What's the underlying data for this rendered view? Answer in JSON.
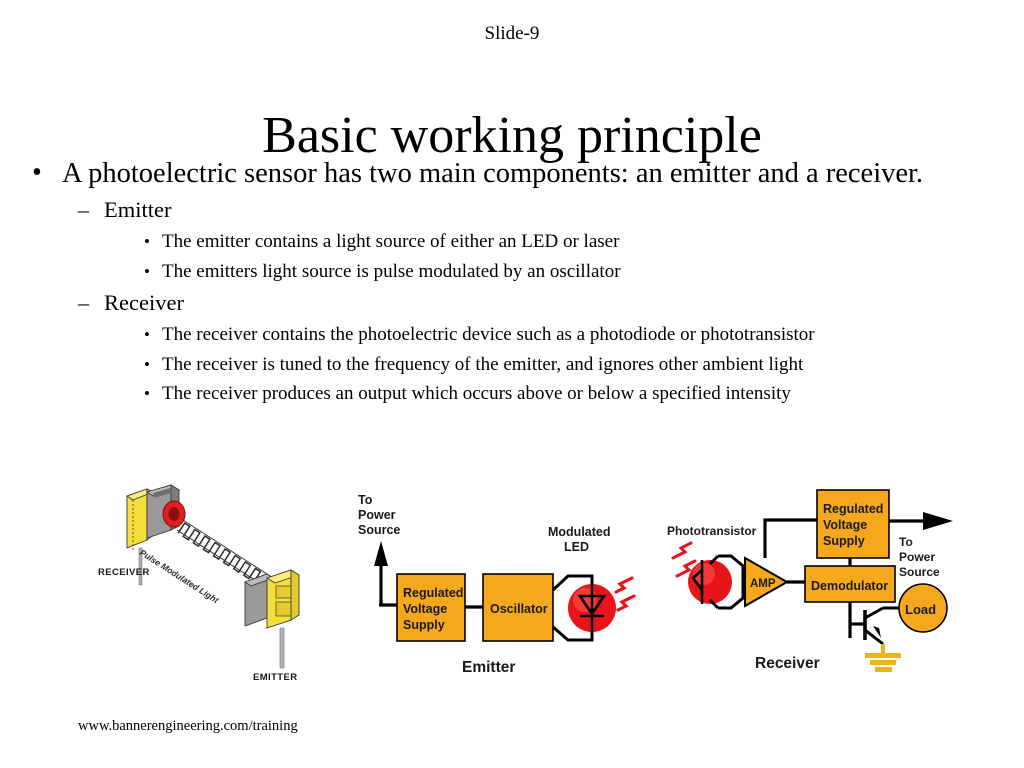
{
  "slide": {
    "header_label": "Slide-9",
    "title": "Basic working principle",
    "footer": "www.bannerengineering.com/training"
  },
  "bullets": {
    "level1_glyph": "•",
    "level2_glyph": "–",
    "level3_glyph": "•",
    "items": [
      {
        "level": 1,
        "text": "A photoelectric sensor has two main components: an emitter and a receiver."
      },
      {
        "level": 2,
        "text": "Emitter"
      },
      {
        "level": 3,
        "text": "The emitter contains a light source of either an LED or laser"
      },
      {
        "level": 3,
        "text": "The emitters light source is pulse modulated by an oscillator"
      },
      {
        "level": 2,
        "text": "Receiver"
      },
      {
        "level": 3,
        "text": "The receiver contains the photoelectric device such as a photodiode or phototransistor"
      },
      {
        "level": 3,
        "text": "The receiver is tuned to the frequency of the emitter, and ignores other ambient light"
      },
      {
        "level": 3,
        "text": "The receiver produces an output which occurs above or below a specified intensity"
      }
    ]
  },
  "figures": {
    "sensor_pair": {
      "receiver_label": "RECEIVER",
      "emitter_label": "EMITTER",
      "beam_label": "Pulse Modulated Light",
      "colors": {
        "body_yellow": "#F5DD3C",
        "housing_gray": "#9A9A9A",
        "housing_gray_dark": "#6E6E6E",
        "lens_red": "#E02020",
        "cable_gray": "#B4B4B4"
      }
    },
    "emitter_block": {
      "caption": "Emitter",
      "power_label": "To Power Source",
      "power_label_lines": [
        "To",
        "Power",
        "Source"
      ],
      "blocks": [
        "Regulated Voltage Supply",
        "Oscillator"
      ],
      "block1_lines": [
        "Regulated",
        "Voltage",
        "Supply"
      ],
      "block2_label": "Oscillator",
      "led_label": "Modulated LED",
      "led_label_lines": [
        "Modulated",
        "LED"
      ],
      "colors": {
        "block_orange": "#F5A81C",
        "led_red": "#E8141A",
        "ray_red": "#E8141A",
        "wire_black": "#000000"
      }
    },
    "receiver_block": {
      "caption": "Receiver",
      "phototransistor_label": "Phototransistor",
      "amp_label": "AMP",
      "supply_lines": [
        "Regulated",
        "Voltage",
        "Supply"
      ],
      "demodulator_label": "Demodulator",
      "load_label": "Load",
      "power_label_lines": [
        "To",
        "Power",
        "Source"
      ],
      "colors": {
        "block_orange": "#F5A81C",
        "led_red": "#E8141A",
        "ground_orange": "#F0B318",
        "wire_black": "#000000"
      }
    }
  }
}
